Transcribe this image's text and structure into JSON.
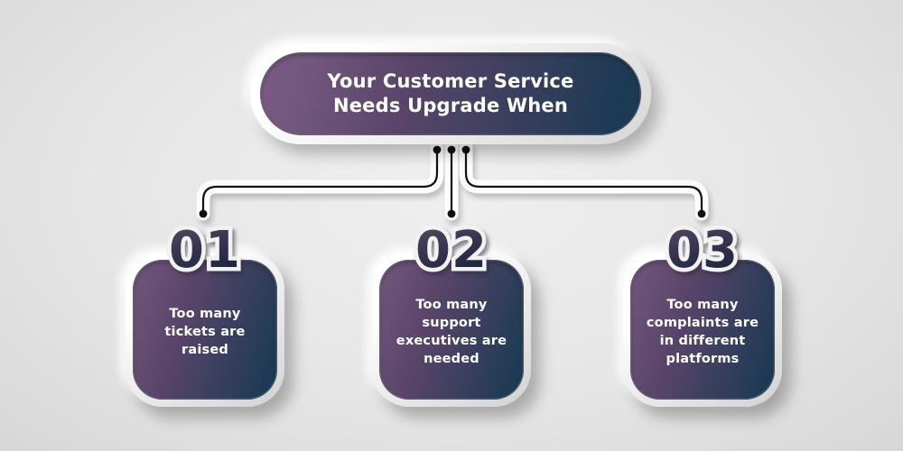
{
  "title": {
    "text": "Your Customer Service\nNeeds Upgrade When"
  },
  "steps": [
    {
      "number": "01",
      "description": "Too many\ntickets are\nraised"
    },
    {
      "number": "02",
      "description": "Too many\nsupport\nexecutives are\nneeded"
    },
    {
      "number": "03",
      "description": "Too many\ncomplaints are\nin different\nplatforms"
    }
  ],
  "colors": {
    "bg_center": "#efefef",
    "bg_edge": "#d7d7d7",
    "card_gradient_start": "#74577e",
    "card_gradient_mid": "#5a4569",
    "card_gradient_end": "#1d3a54",
    "connector_line": "#101010",
    "text_color": "#ffffff",
    "frame_light": "#ffffff",
    "frame_dark": "#d6d6d6",
    "number_fill_top": "#5d4d68",
    "number_fill_bottom": "#131f36",
    "number_outline": "#f2f2f2"
  }
}
